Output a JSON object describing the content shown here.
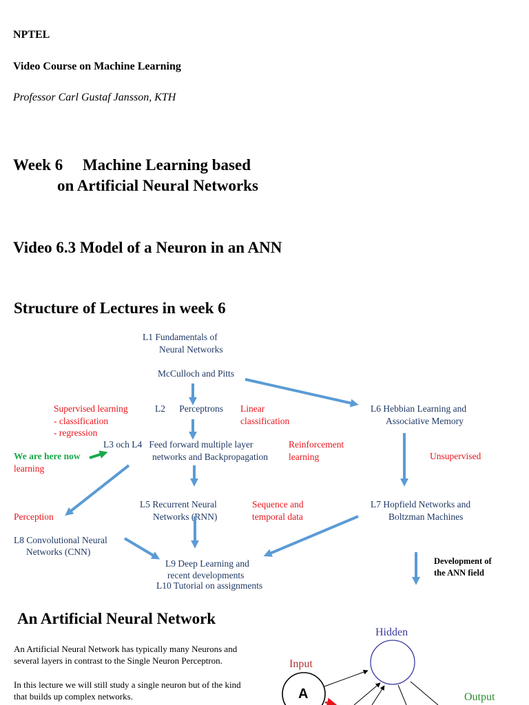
{
  "header": {
    "org": "NPTEL",
    "course": "Video Course on Machine Learning",
    "professor": "Professor Carl Gustaf Jansson, KTH"
  },
  "week": {
    "line1": "Week 6     Machine Learning based",
    "line2": "on Artificial Neural Networks"
  },
  "video_title": "Video 6.3 Model of a Neuron in an ANN",
  "structure": {
    "title": "Structure of Lectures in week 6",
    "lectures": {
      "l1_a": "L1  Fundamentals of",
      "l1_b": "Neural Networks",
      "mcculloch": "McCulloch and Pitts",
      "l2": "L2      Perceptrons",
      "l6_a": "L6 Hebbian Learning and",
      "l6_b": "Associative Memory",
      "l34_a": "L3 och L4   Feed forward multiple layer",
      "l34_b": "networks and Backpropagation",
      "l5_a": "L5 Recurrent Neural",
      "l5_b": "Networks (RNN)",
      "l7_a": "L7  Hopfield Networks and",
      "l7_b": "Boltzman Machines",
      "l8_a": "L8  Convolutional Neural",
      "l8_b": "Networks (CNN)",
      "l9_a": "L9 Deep Learning and",
      "l9_b": "recent developments",
      "l10": "L10 Tutorial on assignments"
    },
    "notes": {
      "supervised_a": "Supervised learning",
      "supervised_b": "- classification",
      "supervised_c": "- regression",
      "linear_a": "Linear",
      "linear_b": "classification",
      "reinforcement_a": "Reinforcement",
      "reinforcement_b": "learning",
      "unsupervised": "Unsupervised",
      "perception": "Perception",
      "sequence_a": "Sequence and",
      "sequence_b": "temporal data",
      "here_now": "We are here now",
      "learning": "learning",
      "development_a": "Development of",
      "development_b": "the ANN field"
    },
    "colors": {
      "arrow": "#5b9bd5",
      "note": "#e8141b",
      "here": "#1aa84a",
      "lecture": "#1f3864"
    }
  },
  "ann": {
    "title": "An Artificial Neural Network",
    "para1_a": "An Artificial Neural Network has typically many Neurons and",
    "para1_b": "several layers in contrast to  the Single Neuron Perceptron.",
    "para2_a": "In this lecture we will still study a single neuron but of the kind",
    "para2_b": "that builds up complex networks.",
    "diagram": {
      "hidden": "Hidden",
      "input": "Input",
      "output": "Output",
      "node_a": "A",
      "colors": {
        "hidden": "#3a3aa0",
        "input": "#b03030",
        "output": "#2e8b2e"
      }
    }
  }
}
